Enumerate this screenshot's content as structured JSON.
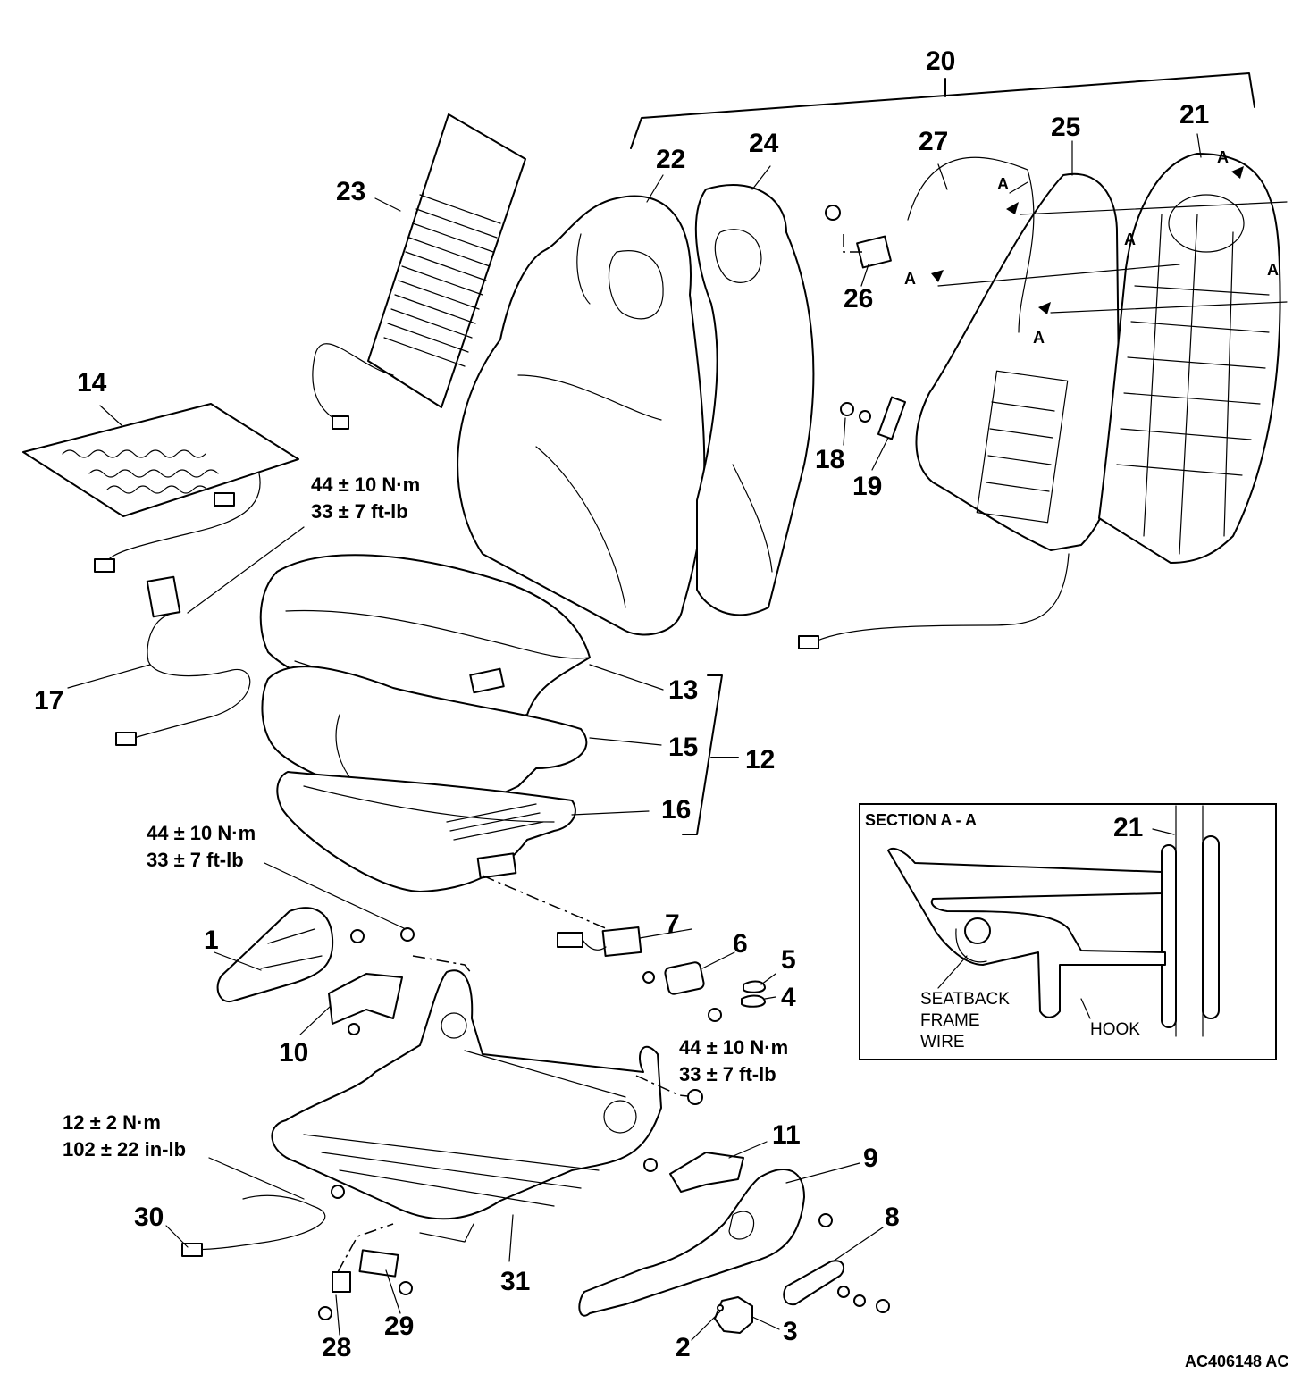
{
  "figure_code": "AC406148 AC",
  "part_numbers": {
    "p1": "1",
    "p2": "2",
    "p3": "3",
    "p4": "4",
    "p5": "5",
    "p6": "6",
    "p7": "7",
    "p8": "8",
    "p9": "9",
    "p10": "10",
    "p11": "11",
    "p12": "12",
    "p13": "13",
    "p14": "14",
    "p15": "15",
    "p16": "16",
    "p17": "17",
    "p18": "18",
    "p19": "19",
    "p20": "20",
    "p21": "21",
    "p22": "22",
    "p23": "23",
    "p24": "24",
    "p25": "25",
    "p26": "26",
    "p27": "27",
    "p28": "28",
    "p29": "29",
    "p30": "30",
    "p31": "31"
  },
  "torque_specs": {
    "belt_buckle": {
      "metric": "44 ± 10 N·m",
      "imperial": "33 ± 7 ft-lb"
    },
    "frame_left": {
      "metric": "44 ± 10 N·m",
      "imperial": "33 ± 7 ft-lb"
    },
    "frame_right": {
      "metric": "44 ± 10 N·m",
      "imperial": "33 ± 7 ft-lb"
    },
    "harness": {
      "metric": "12 ± 2 N·m",
      "imperial": "102 ± 22 in-lb"
    }
  },
  "section_marker": "A",
  "section_view": {
    "title": "SECTION A - A",
    "part_ref": "21",
    "label_wire_1": "SEATBACK",
    "label_wire_2": "FRAME",
    "label_wire_3": "WIRE",
    "label_hook": "HOOK"
  }
}
